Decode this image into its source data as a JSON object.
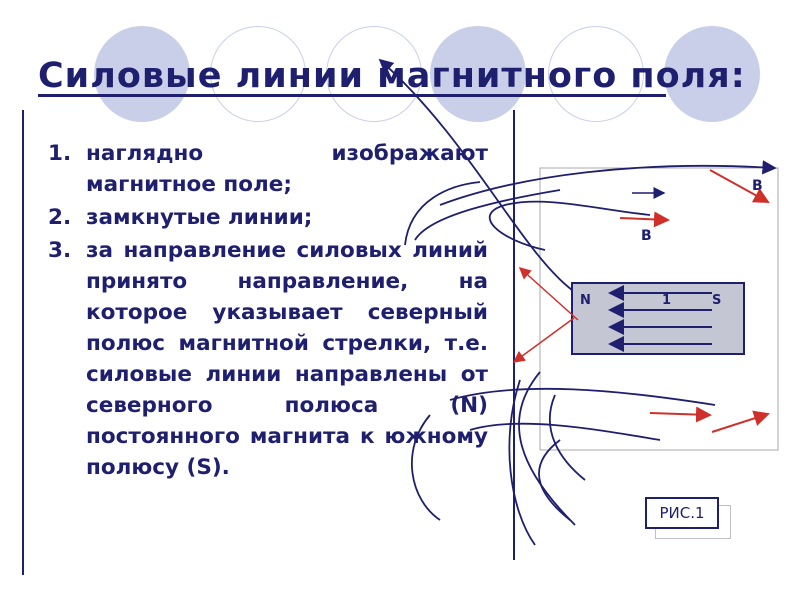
{
  "title": "Силовые линии магнитного поля:",
  "items": [
    {
      "num": "1.",
      "text": "наглядно изображают магнитное поле;"
    },
    {
      "num": "2.",
      "text": "замкнутые линии;"
    },
    {
      "num": "3.",
      "text": "за направление силовых линий принято направление, на которое указывает северный полюс магнитной стрелки, т.е. силовые линии направлены от северного полюса (N) постоянного магнита к южному полюсу (S)."
    }
  ],
  "figure": {
    "north_label": "N",
    "south_label": "S",
    "magnet_number": "1",
    "vector_label_top": "B",
    "vector_label_mid": "B",
    "caption": "РИС.1"
  },
  "colors": {
    "text": "#1f1f6f",
    "decor_circle": "#c9cfe8",
    "field_line": "#1f1f6f",
    "vector_arrow": "#d0302a",
    "magnet_fill": "#c4c6d4"
  }
}
